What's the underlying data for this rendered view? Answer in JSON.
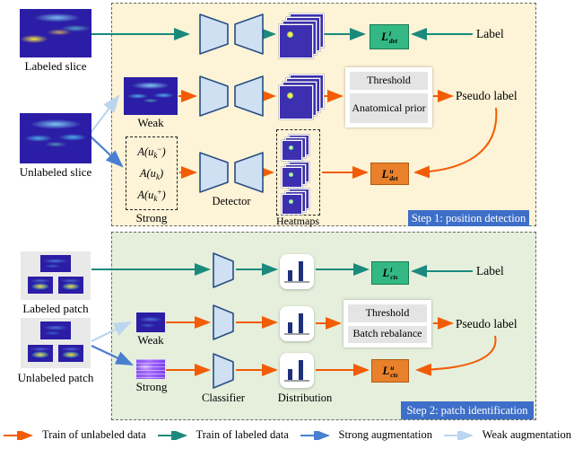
{
  "figure": {
    "slices": {
      "labeled_slice": "Labeled slice",
      "unlabeled_slice": "Unlabeled slice",
      "labeled_patch": "Labeled patch",
      "unlabeled_patch": "Unlabeled patch"
    },
    "step1": {
      "banner": "Step 1: position detection",
      "weak_caption": "Weak",
      "strong_caption": "Strong",
      "strong_augs": [
        {
          "pre": "A(u",
          "sub": "k",
          "sup": "−",
          "post": ")"
        },
        {
          "pre": "A(u",
          "sub": "k",
          "sup": "",
          "post": ")"
        },
        {
          "pre": "A(u",
          "sub": "k",
          "sup": "+",
          "post": ")"
        }
      ],
      "detector_caption": "Detector",
      "heatmaps_caption": "Heatmaps",
      "threshold": "Threshold",
      "anatomical_prior": "Anatomical prior",
      "label": "Label",
      "pseudo_label": "Pseudo label",
      "loss_labeled": {
        "base": "L",
        "sup": "l",
        "sub": "det"
      },
      "loss_unlabeled": {
        "base": "L",
        "sup": "u",
        "sub": "det"
      }
    },
    "step2": {
      "banner": "Step 2: patch identification",
      "weak_caption": "Weak",
      "strong_caption": "Strong",
      "classifier_caption": "Classifier",
      "distribution_caption": "Distribution",
      "threshold": "Threshold",
      "batch_rebalance": "Batch rebalance",
      "label": "Label",
      "pseudo_label": "Pseudo label",
      "loss_labeled": {
        "base": "L",
        "sup": "l",
        "sub": "cts"
      },
      "loss_unlabeled": {
        "base": "L",
        "sup": "u",
        "sub": "cts"
      }
    },
    "legend": {
      "items": [
        {
          "label": "Train of unlabeled data",
          "color": "#f25c05"
        },
        {
          "label": "Train of labeled data",
          "color": "#1a8a7d"
        },
        {
          "label": "Strong augmentation",
          "color": "#4a7ed0"
        },
        {
          "label": "Weak augmentation",
          "color": "#bad5ef"
        }
      ]
    },
    "colors": {
      "step1_background": "#fdf3d6",
      "step2_background": "#e5efdc",
      "loss_labeled_box": "#33b884",
      "loss_unlabeled_box": "#e8802c",
      "step_banner": "#3e6fc8",
      "network_fill": "#cfe0f2",
      "heatmap_fill": "#3c2fb0"
    }
  }
}
